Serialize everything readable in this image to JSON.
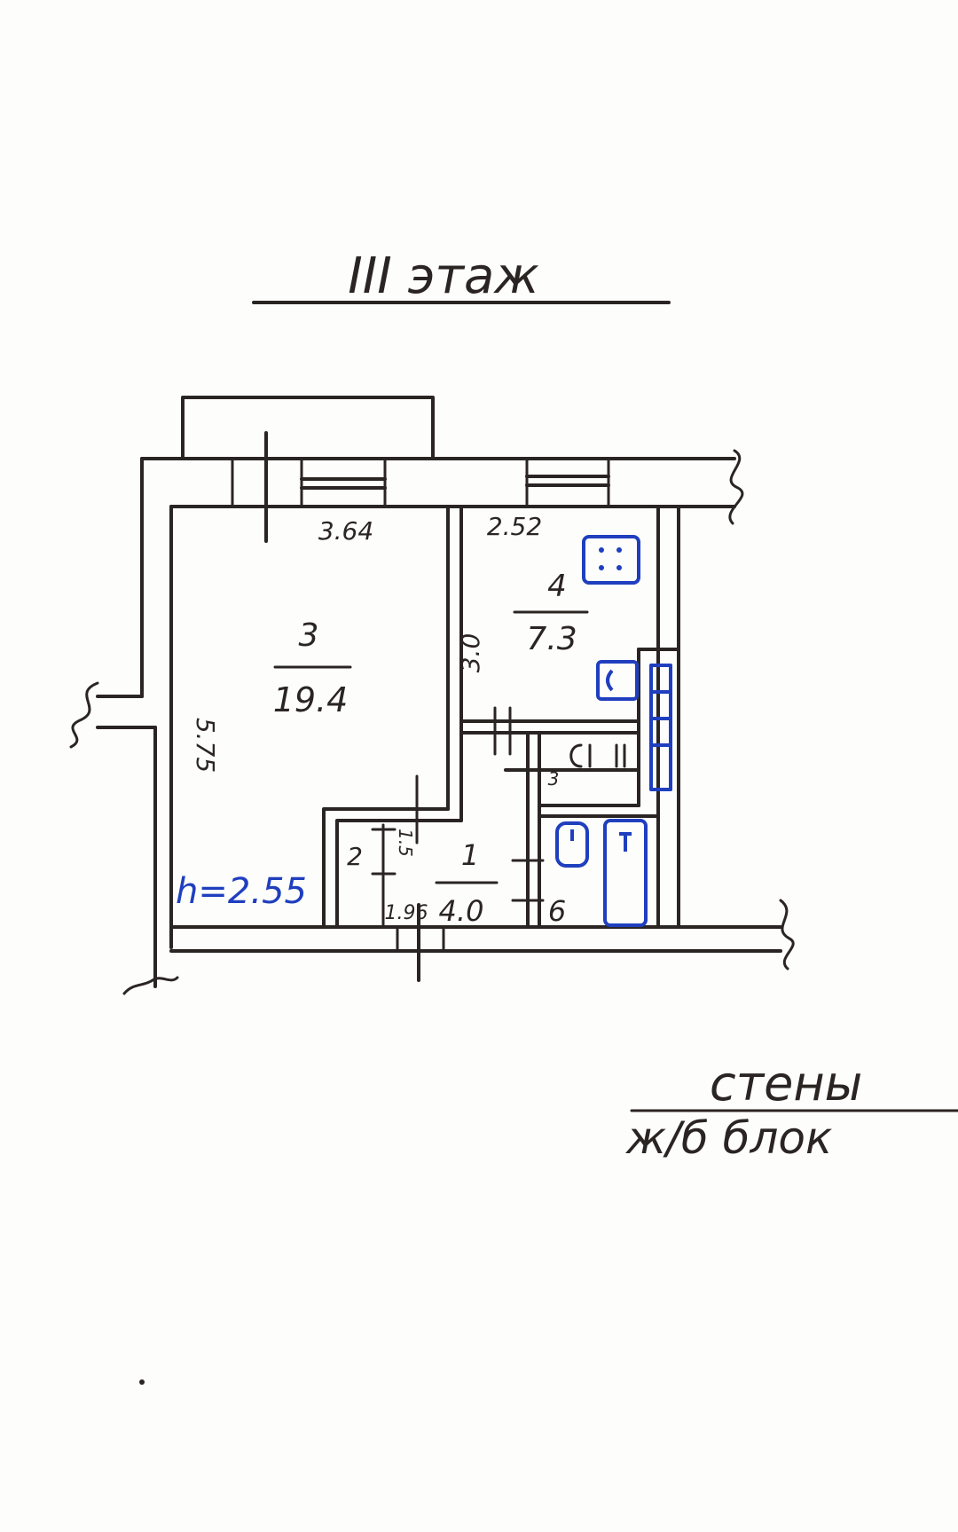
{
  "floor_label": "III этаж",
  "rooms": [
    {
      "number": "3",
      "area": "19.4"
    },
    {
      "number": "4",
      "area": "7.3"
    },
    {
      "number": "1",
      "area": "4.0"
    },
    {
      "number": "2",
      "area": "1.5"
    }
  ],
  "dimensions": {
    "room3_width": "3.64",
    "room4_width": "2.52",
    "room3_length": "5.75",
    "room4_length": "3.0",
    "corridor_width": "1.96",
    "bath_mark": "3",
    "wc_mark": "6"
  },
  "ceiling_height": "h=2.55",
  "walls_note": {
    "line1": "стены",
    "line2": "ж/б блок"
  }
}
